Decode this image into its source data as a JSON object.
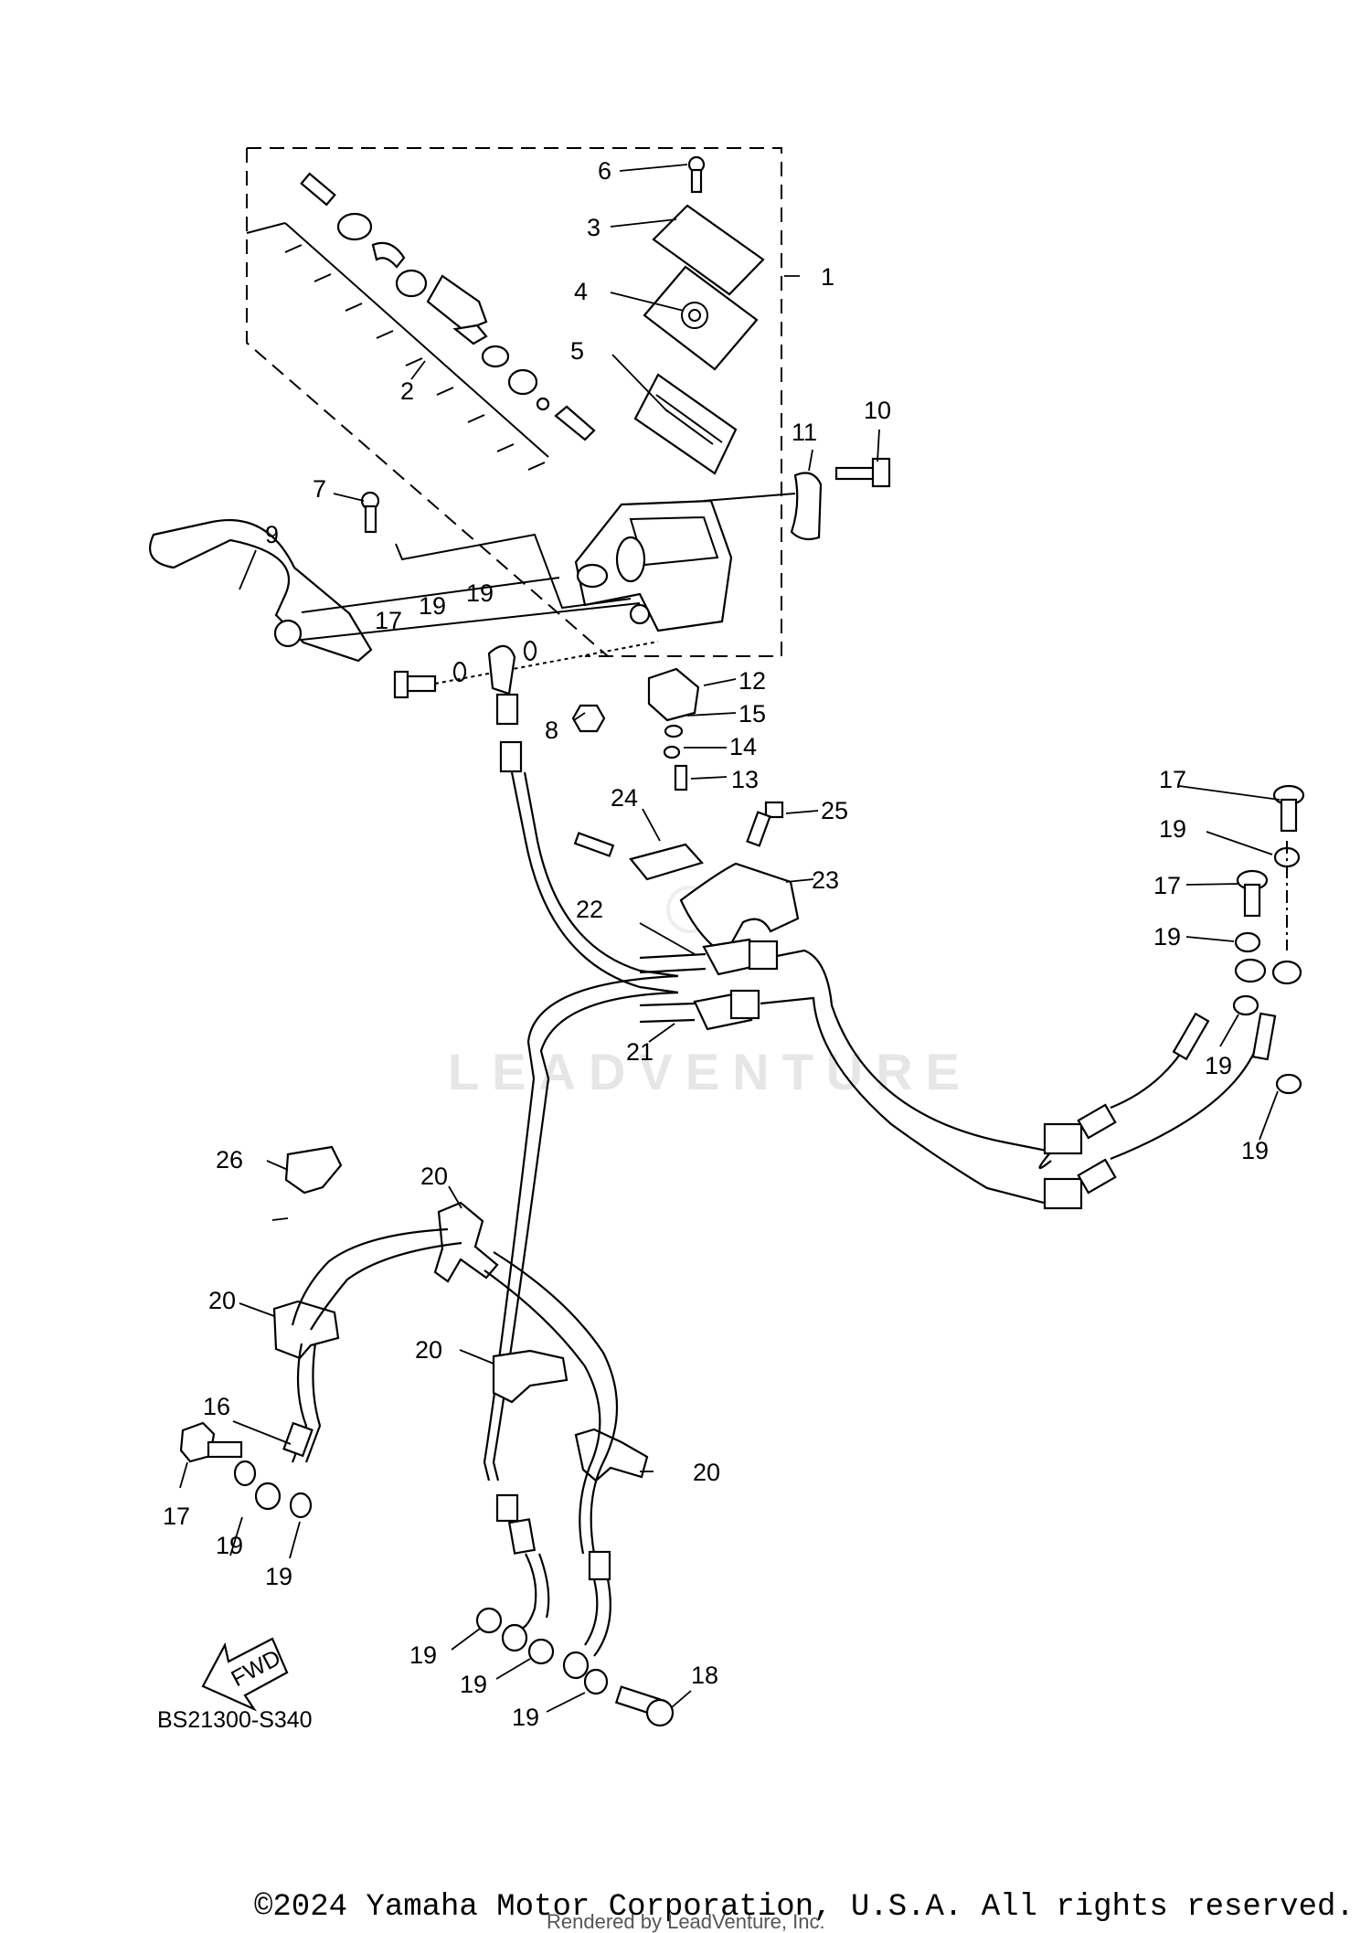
{
  "diagram": {
    "code": "BS21300-S340",
    "watermark": "LEADVENTURE",
    "fwd_label": "FWD",
    "copyright": "©2024 Yamaha Motor Corporation, U.S.A. All rights reserved.",
    "rendered_by": "Rendered by LeadVenture, Inc.",
    "callouts": {
      "n1": "1",
      "n2": "2",
      "n3": "3",
      "n4": "4",
      "n5": "5",
      "n6": "6",
      "n7": "7",
      "n8": "8",
      "n9": "9",
      "n10": "10",
      "n11": "11",
      "n12": "12",
      "n13": "13",
      "n14": "14",
      "n15": "15",
      "n16": "16",
      "n17": "17",
      "n18": "18",
      "n19": "19",
      "n20": "20",
      "n21": "21",
      "n22": "22",
      "n23": "23",
      "n24": "24",
      "n25": "25",
      "n26": "26"
    }
  }
}
